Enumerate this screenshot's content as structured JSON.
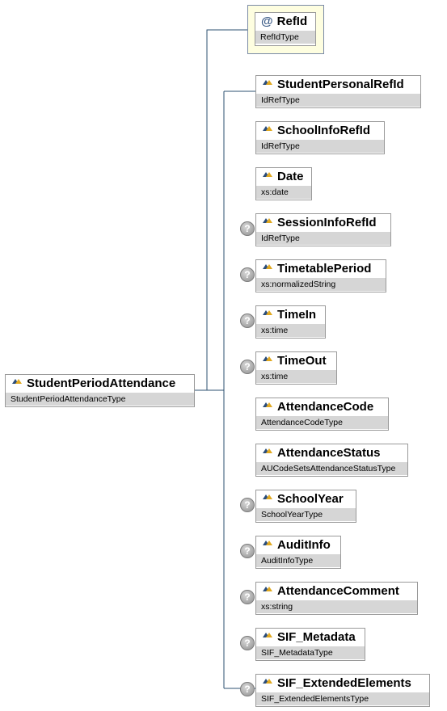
{
  "root": {
    "name": "StudentPeriodAttendance",
    "type": "StudentPeriodAttendanceType"
  },
  "attribute": {
    "name": "RefId",
    "type": "RefIdType"
  },
  "children": [
    {
      "name": "StudentPersonalRefId",
      "type": "IdRefType",
      "optional": false
    },
    {
      "name": "SchoolInfoRefId",
      "type": "IdRefType",
      "optional": false
    },
    {
      "name": "Date",
      "type": "xs:date",
      "optional": false
    },
    {
      "name": "SessionInfoRefId",
      "type": "IdRefType",
      "optional": true
    },
    {
      "name": "TimetablePeriod",
      "type": "xs:normalizedString",
      "optional": true
    },
    {
      "name": "TimeIn",
      "type": "xs:time",
      "optional": true
    },
    {
      "name": "TimeOut",
      "type": "xs:time",
      "optional": true
    },
    {
      "name": "AttendanceCode",
      "type": "AttendanceCodeType",
      "optional": false
    },
    {
      "name": "AttendanceStatus",
      "type": "AUCodeSetsAttendanceStatusType",
      "optional": false
    },
    {
      "name": "SchoolYear",
      "type": "SchoolYearType",
      "optional": true
    },
    {
      "name": "AuditInfo",
      "type": "AuditInfoType",
      "optional": true
    },
    {
      "name": "AttendanceComment",
      "type": "xs:string",
      "optional": true
    },
    {
      "name": "SIF_Metadata",
      "type": "SIF_MetadataType",
      "optional": true
    },
    {
      "name": "SIF_ExtendedElements",
      "type": "SIF_ExtendedElementsType",
      "optional": true
    }
  ],
  "icons": {
    "element": "element-icon",
    "attribute": "attribute-icon",
    "optional": "optional-question-icon"
  },
  "colors": {
    "connector": "#2e5070",
    "type_bar": "#d6d6d6",
    "attribute_bg": "#fefee0"
  }
}
